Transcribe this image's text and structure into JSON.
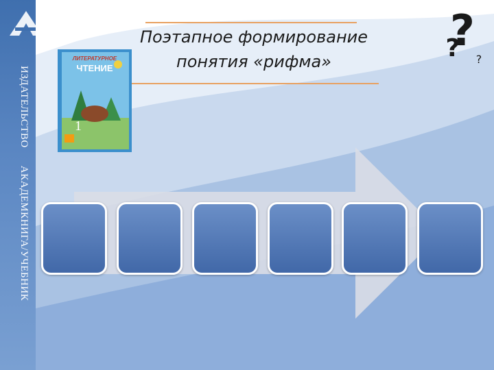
{
  "sidebar": {
    "publisher_line1": "ИЗДАТЕЛЬСТВО",
    "publisher_line2": "АКАДЕМКНИГА/УЧЕБНИК"
  },
  "slide": {
    "title_line1": "Поэтапное формирование",
    "title_line2": "понятия «рифма»"
  },
  "book": {
    "title_line1": "ЛИТЕРАТУРНОЕ",
    "title_line2": "ЧТЕНИЕ",
    "grade": "1"
  },
  "icons": {
    "logo": "publisher-logo",
    "question": "question-marks-icon"
  },
  "colors": {
    "sidebar": "#3f6fae",
    "box": "#4b72b2",
    "accent_line": "#e8a060",
    "arrow": "#d9dde6"
  },
  "steps": [
    "",
    "",
    "",
    "",
    "",
    ""
  ]
}
